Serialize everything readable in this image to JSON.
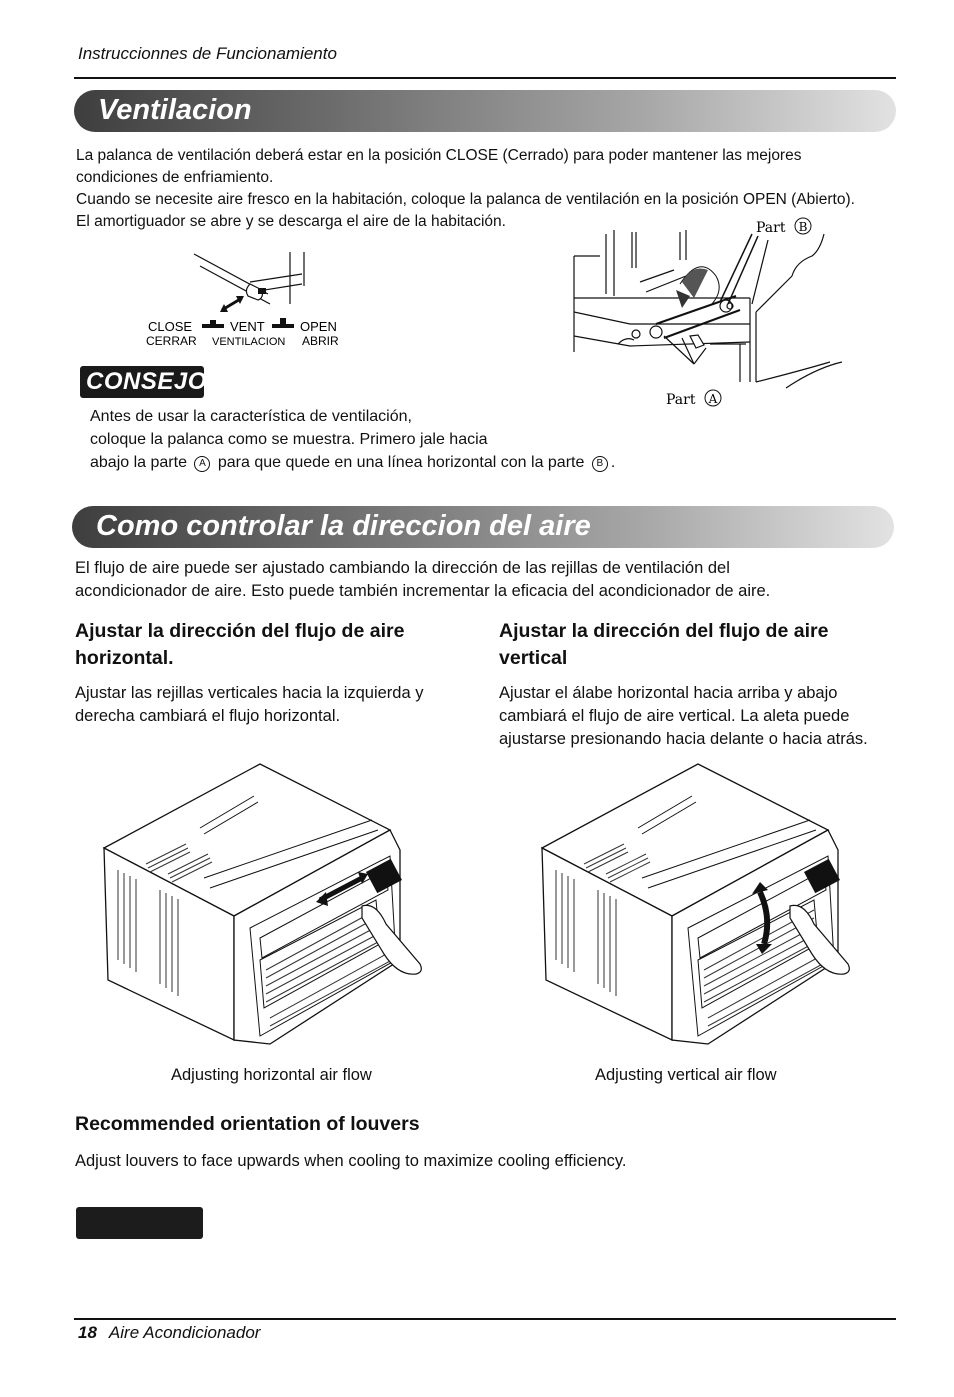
{
  "header": {
    "title": "Instruccionnes de Funcionamiento"
  },
  "ventilacion": {
    "banner": "Ventilacion",
    "lines": [
      "La palanca de ventilación deberá estar en la posición CLOSE (Cerrado) para poder mantener las mejores",
      "condiciones de enfriamiento.",
      "Cuando se necesite aire fresco en la habitación, coloque la palanca de ventilación en la posición OPEN (Abierto).",
      "El amortiguador se abre y se descarga el aire de la habitación."
    ],
    "lever_labels": {
      "close": "CLOSE",
      "cerrar": "CERRAR",
      "vent": "VENT",
      "ventilacion": "VENTILACION",
      "open": "OPEN",
      "abrir": "ABRIR"
    },
    "part_b_label": "Part",
    "part_b_letter": "B",
    "part_a_label": "Part",
    "part_a_letter": "A"
  },
  "consejo": {
    "badge": "CONSEJO",
    "line1": "Antes de usar la característica de ventilación,",
    "line2": "coloque la palanca como se muestra. Primero jale hacia",
    "line3_a": "abajo la parte",
    "circle_a": "A",
    "line3_b": "para que quede en una línea horizontal con la parte",
    "circle_b": "B",
    "line3_end": "."
  },
  "direccion": {
    "banner": "Como controlar la direccion del aire",
    "intro": [
      "El flujo de aire puede ser ajustado cambiando la dirección de las rejillas de ventilación del",
      "acondicionador de aire. Esto puede también incrementar la eficacia del acondicionador de aire."
    ],
    "horizontal": {
      "title": [
        "Ajustar la dirección del flujo de aire",
        "horizontal."
      ],
      "body": [
        "Ajustar las rejillas verticales hacia la izquierda y",
        "derecha cambiará el flujo horizontal."
      ],
      "caption": "Adjusting horizontal air flow"
    },
    "vertical": {
      "title": [
        "Ajustar la dirección del flujo de aire",
        "vertical"
      ],
      "body": [
        "Ajustar el álabe horizontal hacia arriba y abajo",
        "cambiará el flujo de aire vertical. La aleta puede",
        "ajustarse presionando hacia delante o hacia atrás."
      ],
      "caption": "Adjusting vertical air flow"
    }
  },
  "recommended": {
    "title": "Recommended orientation of  louvers",
    "body": "Adjust  louvers to face upwards when cooling to maximize cooling efficiency."
  },
  "footer": {
    "page": "18",
    "title": "Aire Acondicionador"
  }
}
